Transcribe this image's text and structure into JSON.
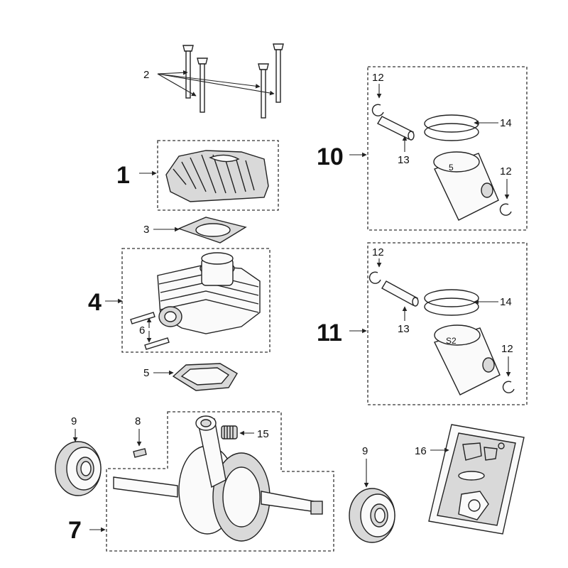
{
  "labels": {
    "bolts": "2",
    "head": "1",
    "head_gasket": "3",
    "cylinder": "4",
    "studs": "6",
    "base_gasket": "5",
    "piston_kit_a": "10",
    "piston_kit_b": "11",
    "clip_a_top": "12",
    "clip_a_right": "12",
    "pin_a": "13",
    "rings_a": "14",
    "clip_b_top": "12",
    "clip_b_right": "12",
    "pin_b": "13",
    "rings_b": "14",
    "bearing_left": "9",
    "bearing_right": "9",
    "key": "8",
    "needle_bearing": "15",
    "crankshaft": "7",
    "gasket_set": "16"
  },
  "piston_marks": {
    "a": "5",
    "b": "S2"
  }
}
